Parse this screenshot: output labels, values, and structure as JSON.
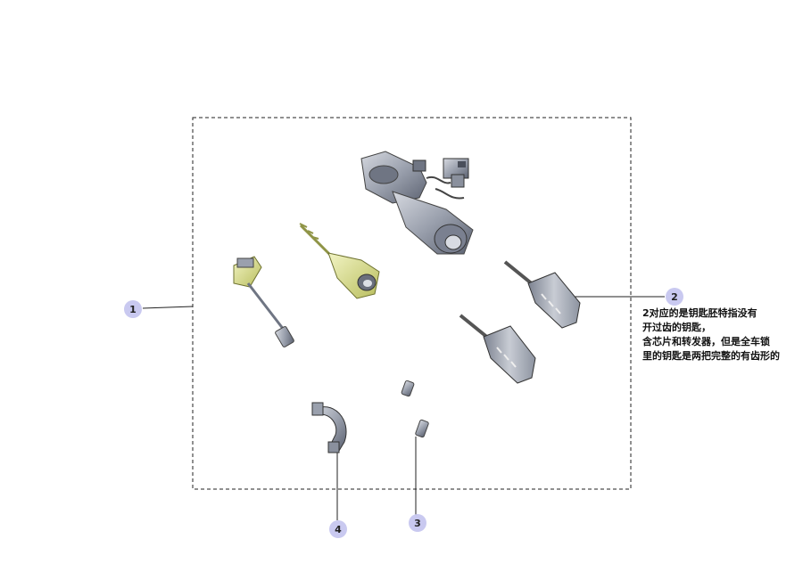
{
  "callouts": {
    "c1": "1",
    "c2": "2",
    "c3": "3",
    "c4": "4"
  },
  "note": {
    "lines": [
      "2对应的是钥匙胚特指没有",
      "开过齿的钥匙，",
      "含芯片和转发器，但是全车锁",
      "里的钥匙是两把完整的有齿形的"
    ]
  },
  "colors": {
    "metal": "#9aa0ad",
    "metal_dark": "#5b6170",
    "yellow_part": "#d9dd8a",
    "callout_bg": "#c9c9f0"
  }
}
